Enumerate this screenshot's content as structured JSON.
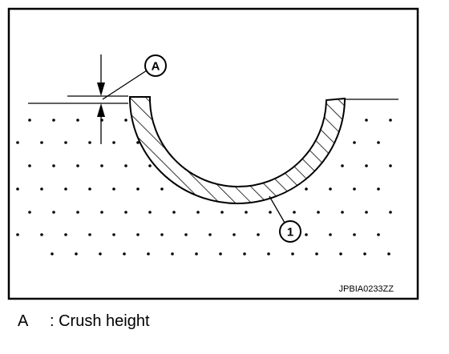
{
  "figure": {
    "callout_a": "A",
    "callout_1": "1",
    "code": "JPBIA0233ZZ"
  },
  "legend": {
    "key": "A",
    "text": ": Crush height"
  }
}
